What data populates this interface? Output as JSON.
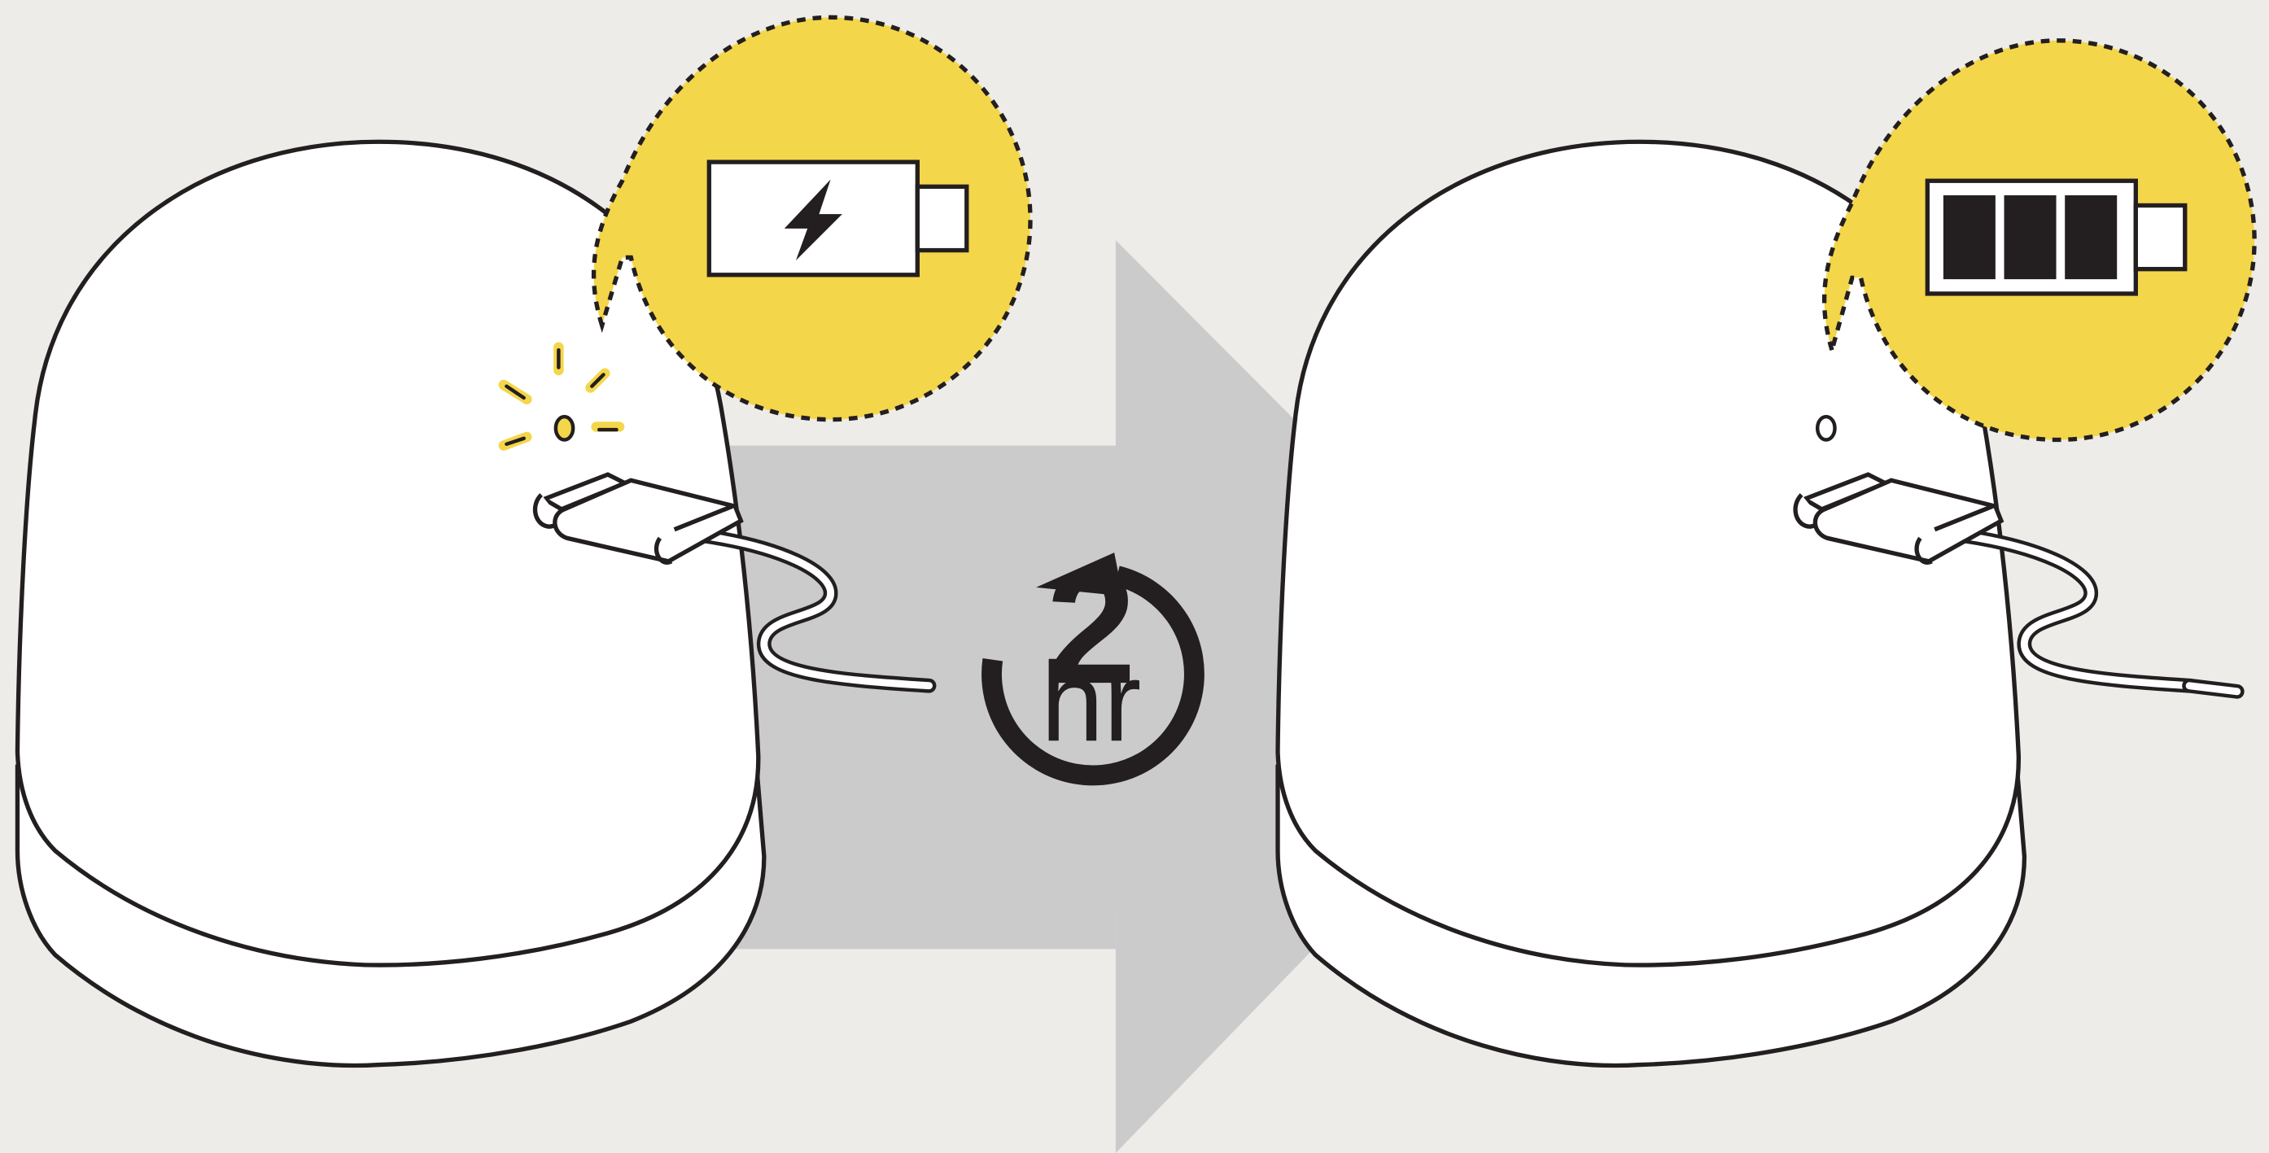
{
  "timer": {
    "value": "2",
    "unit": "hr"
  },
  "steps": [
    {
      "state": "charging",
      "battery_icon": "battery-charging-icon",
      "status_light": "blinking"
    },
    {
      "state": "fully-charged",
      "battery_icon": "battery-full-icon",
      "battery_level_bars": 3,
      "status_light": "off"
    }
  ],
  "colors": {
    "background": "#edece9",
    "arrow": "#cbcbcb",
    "accent_yellow": "#f4d64a",
    "outline": "#231f20",
    "device": "#ffffff"
  },
  "icons": [
    "right-arrow-icon",
    "timer-cycle-icon",
    "lightning-bolt-icon",
    "usb-cable-icon",
    "blink-rays-icon"
  ]
}
